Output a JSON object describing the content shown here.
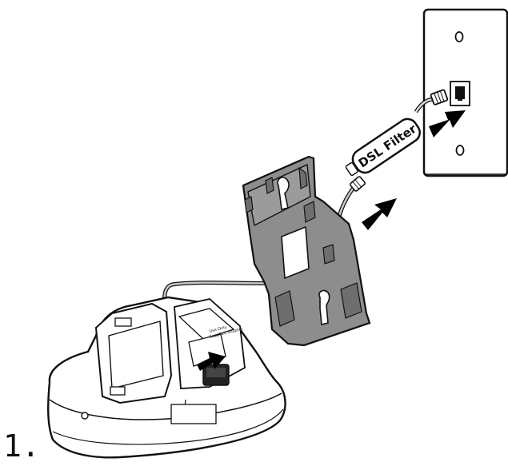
{
  "diagram": {
    "step_number": "1.",
    "filter_label": "DSL Filter",
    "base_label_lines": [
      "Use Only",
      "Supplied Adapter"
    ],
    "colors": {
      "outline": "#111111",
      "bracket_gray": "#8d8d8d",
      "bracket_dark": "#6e6e6e",
      "arrow": "#000000",
      "cable": "#9a9a9a"
    }
  }
}
